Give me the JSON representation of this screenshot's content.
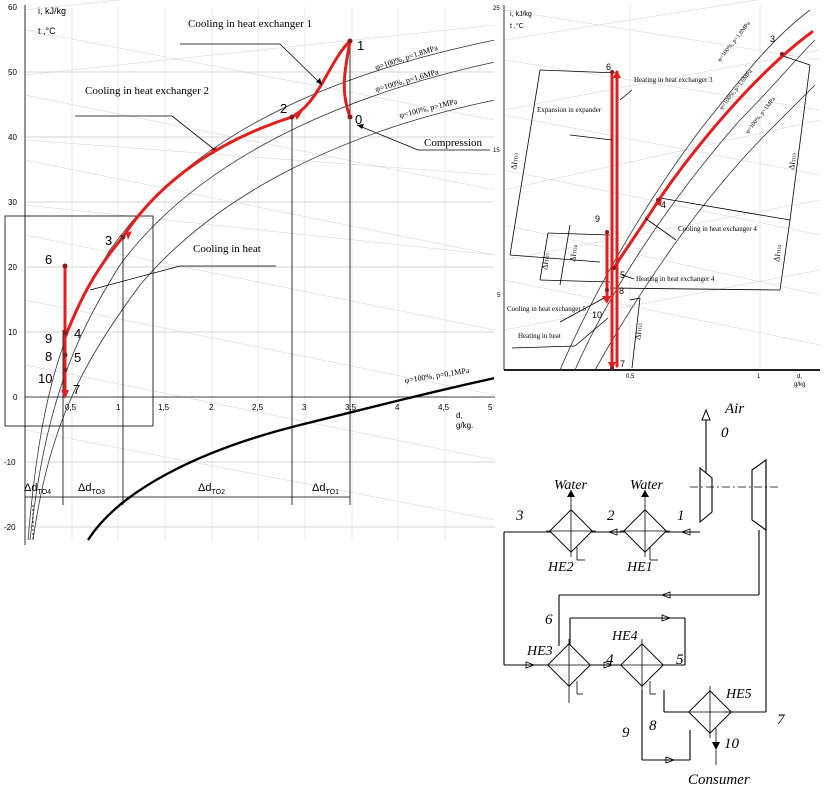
{
  "main_chart": {
    "y_axis_title": "i, kJ/kg",
    "y_axis_title2": "t ,°C",
    "x_axis_title": "d,",
    "x_axis_unit": "g/kg.",
    "y_ticks": [
      "60",
      "50",
      "40",
      "30",
      "20",
      "10",
      "0",
      "-10",
      "-20"
    ],
    "x_ticks": [
      "0,5",
      "1",
      "1,5",
      "2",
      "2,5",
      "3",
      "3,5",
      "4",
      "4,5",
      "5"
    ],
    "isolines": [
      "φ=100%, p=1,8MPa",
      "φ=100%, p=1,6MPa",
      "φ=100%, p=1MPa",
      "φ=100%, p=0,1MPa"
    ],
    "points": [
      "1",
      "2",
      "0",
      "3",
      "6",
      "9",
      "8",
      "4",
      "5",
      "10",
      "7"
    ],
    "annotations": {
      "cooling_he1": "Cooling in heat exchanger 1",
      "cooling_he2": "Cooling in heat exchanger 2",
      "compression": "Compression",
      "cooling_heat": "Cooling in heat"
    },
    "deltas": {
      "to4": "Δd",
      "to4_sub": "TO4",
      "to3": "Δd",
      "to3_sub": "TO3",
      "to2": "Δd",
      "to2_sub": "TO2",
      "to1": "Δd",
      "to1_sub": "TO1"
    }
  },
  "inset_chart": {
    "y_axis_title": "i, kJ/kg",
    "y_axis_title2": "t ,°C",
    "y_ticks": [
      "25",
      "15",
      "5"
    ],
    "x_ticks": [
      "0,5",
      "1"
    ],
    "x_axis_title": "d,",
    "x_axis_unit": "g/kg",
    "isolines": [
      "φ=100%, p=1,8MPa",
      "φ=100%, p=1,6MPa",
      "φ=100%, p=1MPa"
    ],
    "points": [
      "3",
      "6",
      "4",
      "9",
      "5",
      "8",
      "10",
      "7"
    ],
    "annotations": {
      "heating_he3": "Heating in heat exchanger 3",
      "expansion": "Expansion in expander",
      "cooling_he4": "Cooling in heat exchanger 4",
      "heating_he4": "Heating in heat exchanger 4",
      "cooling_he5": "Cooling in heat exchanger 5",
      "heating_heat": "Heating in heat"
    },
    "deltas": {
      "l": "ΔI",
      "to3": "TO3",
      "to3b": "TO3",
      "to4": "TO4",
      "to4b": "TO4",
      "to5": "TO5",
      "to5b": "TO5"
    }
  },
  "scheme": {
    "air": "Air",
    "water1": "Water",
    "water2": "Water",
    "consumer": "Consumer",
    "he": [
      "HE1",
      "HE2",
      "HE3",
      "HE4",
      "HE5"
    ],
    "nodes": [
      "0",
      "1",
      "2",
      "3",
      "4",
      "5",
      "6",
      "7",
      "8",
      "9",
      "10"
    ]
  },
  "colors": {
    "process": "#e02020",
    "isoline": "#333333",
    "grid": "#c8c8c8"
  }
}
